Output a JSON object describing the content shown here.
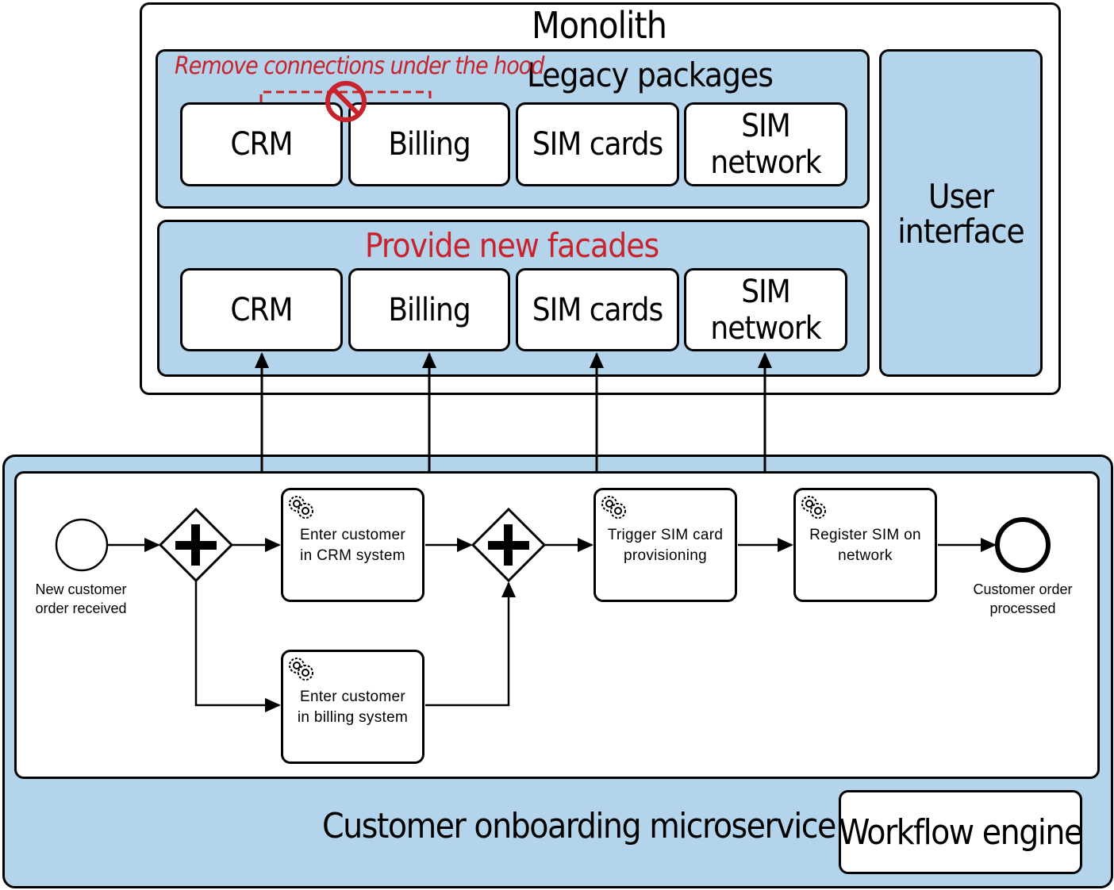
{
  "monolith": {
    "title": "Monolith",
    "legacy": {
      "title": "Legacy packages",
      "annotation": "Remove connections under the hood",
      "packages": [
        "CRM",
        "Billing",
        "SIM cards",
        "SIM network"
      ]
    },
    "facades": {
      "title": "Provide new facades",
      "packages": [
        "CRM",
        "Billing",
        "SIM cards",
        "SIM network"
      ]
    },
    "ui": {
      "label_line1": "User",
      "label_line2": "interface"
    }
  },
  "microservice": {
    "title": "Customer onboarding microservice",
    "engine_label": "Workflow engine",
    "process": {
      "start_event": {
        "line1": "New customer",
        "line2": "order received"
      },
      "end_event": {
        "line1": "Customer order",
        "line2": "processed"
      },
      "tasks": [
        {
          "line1": "Enter customer",
          "line2": "in CRM system"
        },
        {
          "line1": "Enter customer",
          "line2": "in billing system"
        },
        {
          "line1": "Trigger SIM card",
          "line2": "provisioning"
        },
        {
          "line1": "Register SIM on",
          "line2": "network"
        }
      ]
    }
  },
  "colors": {
    "container_blue": "#b3d4ea",
    "accent_red": "#c8232c",
    "stroke": "#000000"
  },
  "icons": {
    "service_task": "gear-icon",
    "prohibited": "no-entry-icon",
    "gateway": "parallel-gateway-plus"
  }
}
